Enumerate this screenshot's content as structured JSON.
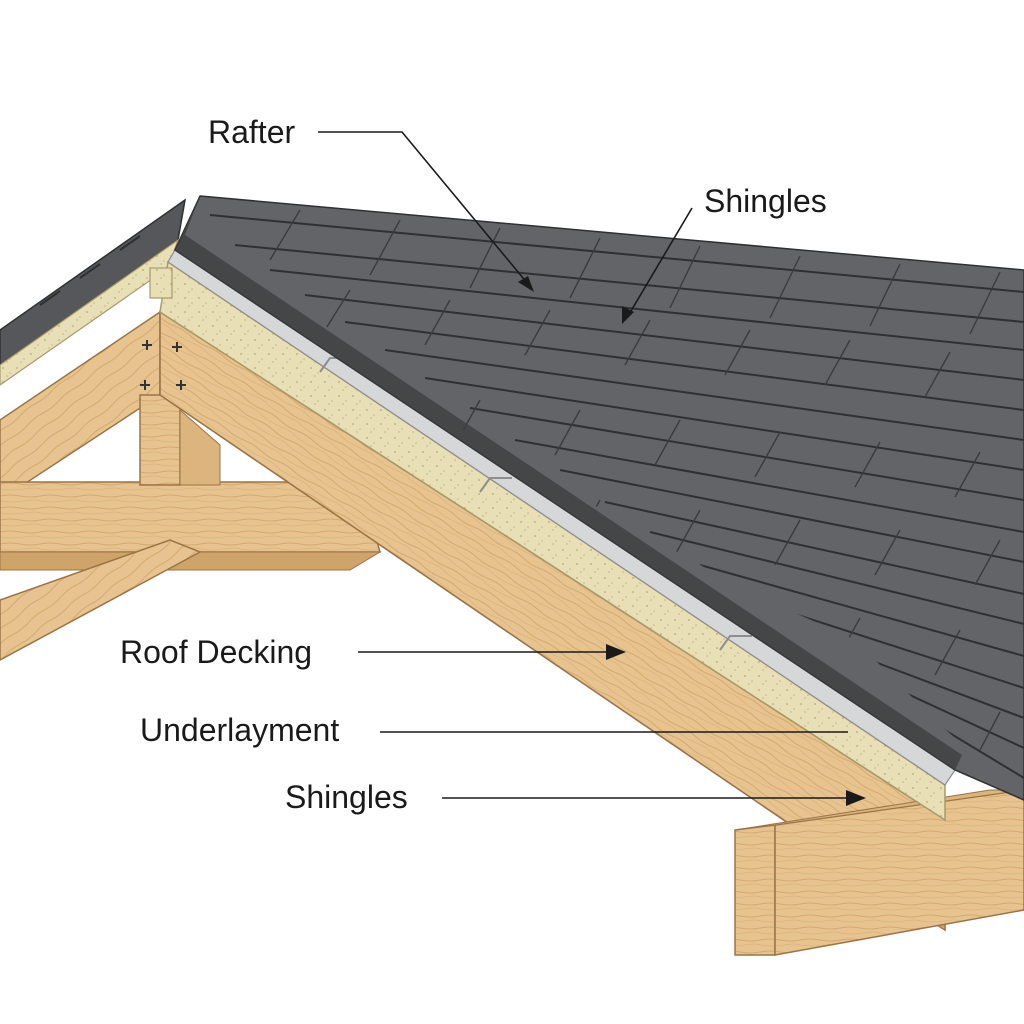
{
  "labels": {
    "rafter": "Rafter",
    "shingles_top": "Shingles",
    "roof_decking": "Roof Decking",
    "underlayment": "Underlayment",
    "shingles_bottom": "Shingles"
  },
  "colors": {
    "background": "#ffffff",
    "shingle_dark": "#5f6163",
    "shingle_mid": "#6c6e70",
    "shingle_line": "#2f3032",
    "wood": "#e7c48f",
    "wood_dark": "#cfa46a",
    "wood_edge": "#9a7447",
    "decking": "#e9dfb6",
    "decking_edge": "#a89a6a",
    "underlayment": "#d6d7d8",
    "text": "#1a1a1a"
  }
}
